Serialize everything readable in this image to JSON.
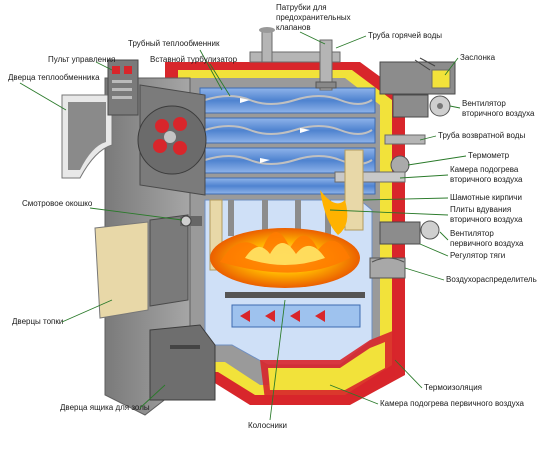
{
  "labels": {
    "patrubki": [
      "Патрубки для",
      "предохранительных",
      "клапанов"
    ],
    "truba_goryachey": "Труба горячей воды",
    "zaslonka": "Заслонка",
    "trubny": "Трубный теплообменник",
    "pult": "Пульт управления",
    "vstavnoy": "Вставной турбулизатор",
    "dvertsa_teplo": "Дверца теплообменника",
    "ventilyator_vtor": [
      "Вентилятор",
      "вторичного воздуха"
    ],
    "truba_vozvrat": "Труба возвратной воды",
    "termometr": "Термометр",
    "kamera_vtor": [
      "Камера подогрева",
      "вторичного воздуха"
    ],
    "smotrovoe": "Смотровое окошко",
    "shamot": "Шамотные кирпичи",
    "plity": [
      "Плиты вдувания",
      "вторичного воздуха"
    ],
    "ventilyator_perv": [
      "Вентилятор",
      "первичного воздуха"
    ],
    "regulyator": "Регулятор тяги",
    "vozdukh": "Воздухораспределитель",
    "dvertsa_topki": "Дверцы топки",
    "termoizolyatsiya": "Термоизоляция",
    "kamera_perv": "Камера подогрева первичного воздуха",
    "dvertsa_zoly": "Дверца ящика для золы",
    "kolosniki": "Колосники"
  },
  "colors": {
    "steel": "#8c8c8c",
    "steel_dark": "#5e5e5e",
    "insulation": "#f2e23a",
    "casing": "#d8262b",
    "water": "#5b8fd6",
    "fire": "#f5a000",
    "brick": "#e8d8a8",
    "leader": "#2a7a2a"
  }
}
